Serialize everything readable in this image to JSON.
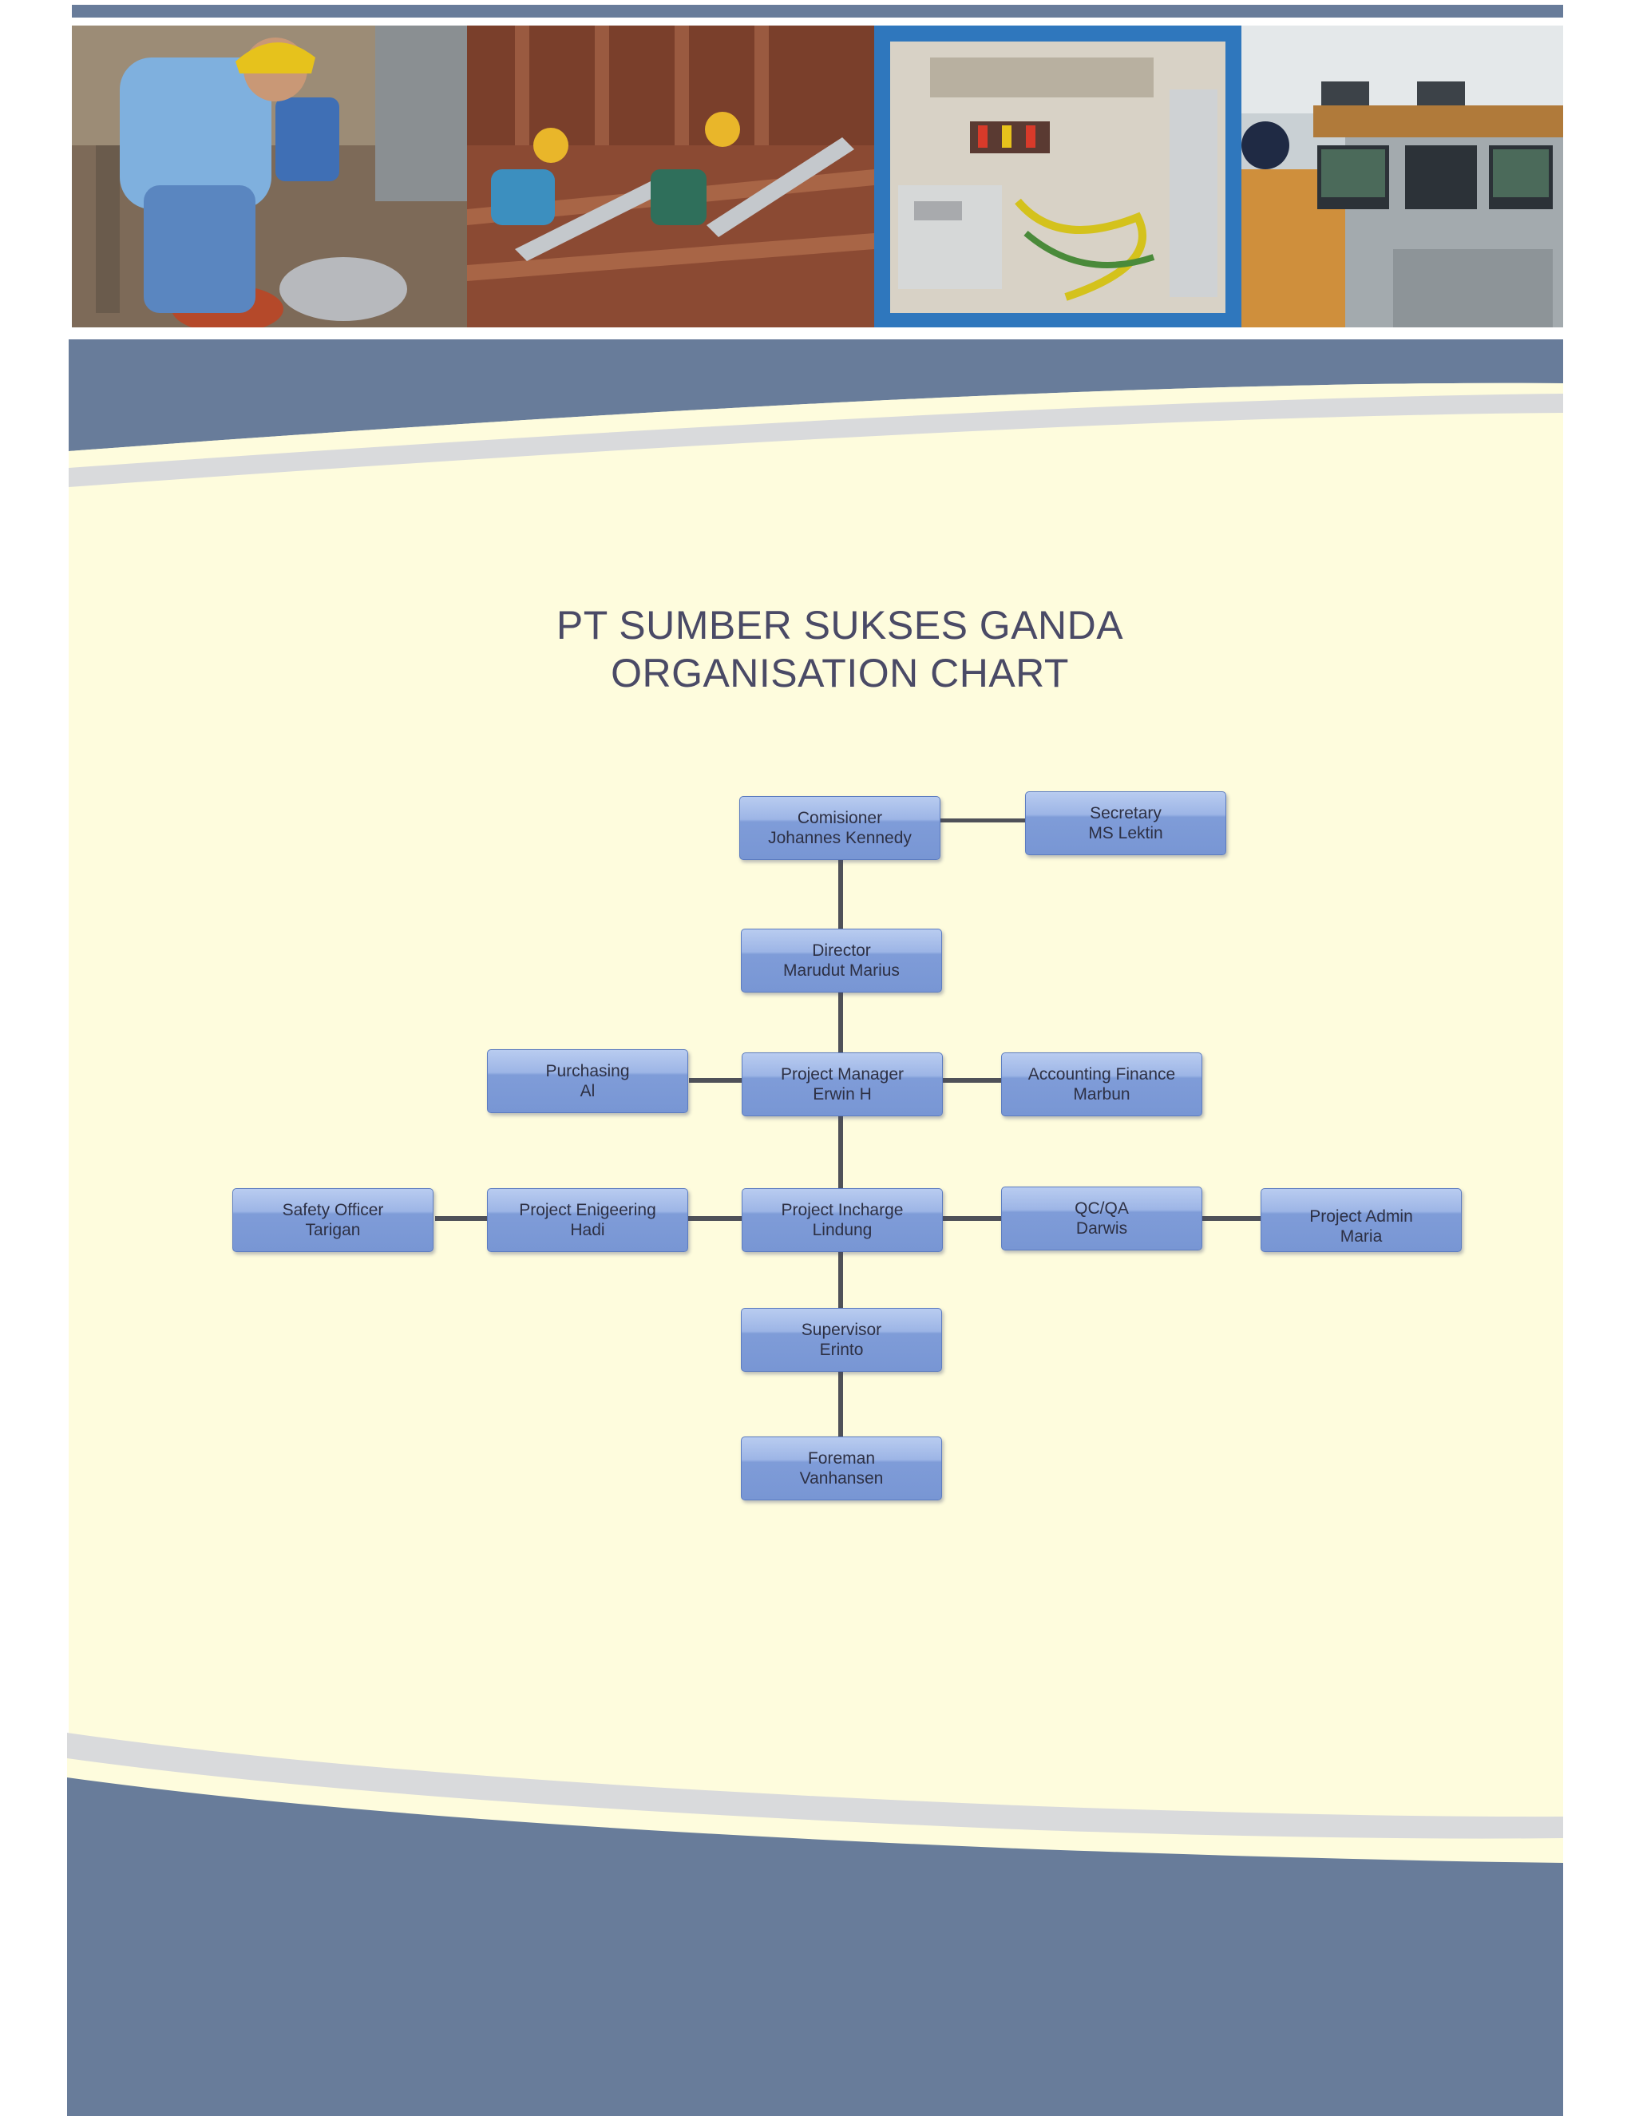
{
  "title": {
    "line1": "PT SUMBER SUKSES GANDA",
    "line2": "ORGANISATION CHART"
  },
  "colors": {
    "band": "#687c9a",
    "cream": "#fefcdd",
    "swoosh": "#d9dadc",
    "node": "#7f9cd8",
    "connector": "#4f5158",
    "title": "#4a4a66"
  },
  "photos": [
    {
      "name": "worker-painting-photo"
    },
    {
      "name": "hull-welding-photo"
    },
    {
      "name": "electrical-panel-photo"
    },
    {
      "name": "control-room-photo"
    }
  ],
  "org_chart": {
    "nodes": {
      "comisioner": {
        "role": "Comisioner",
        "name": "Johannes Kennedy"
      },
      "secretary": {
        "role": "Secretary",
        "name": "MS Lektin"
      },
      "director": {
        "role": "Director",
        "name": "Marudut Marius"
      },
      "purchasing": {
        "role": "Purchasing",
        "name": "Al"
      },
      "project_manager": {
        "role": "Project Manager",
        "name": "Erwin H"
      },
      "accounting_finance": {
        "role": "Accounting Finance",
        "name": "Marbun"
      },
      "safety_officer": {
        "role": "Safety Officer",
        "name": "Tarigan"
      },
      "project_engineering": {
        "role": "Project Enigeering",
        "name": "Hadi"
      },
      "project_incharge": {
        "role": "Project Incharge",
        "name": "Lindung"
      },
      "qc_qa": {
        "role": "QC/QA",
        "name": "Darwis"
      },
      "project_admin": {
        "role": "Project Admin",
        "name": "Maria"
      },
      "supervisor": {
        "role": "Supervisor",
        "name": "Erinto"
      },
      "foreman": {
        "role": "Foreman",
        "name": "Vanhansen"
      }
    }
  }
}
